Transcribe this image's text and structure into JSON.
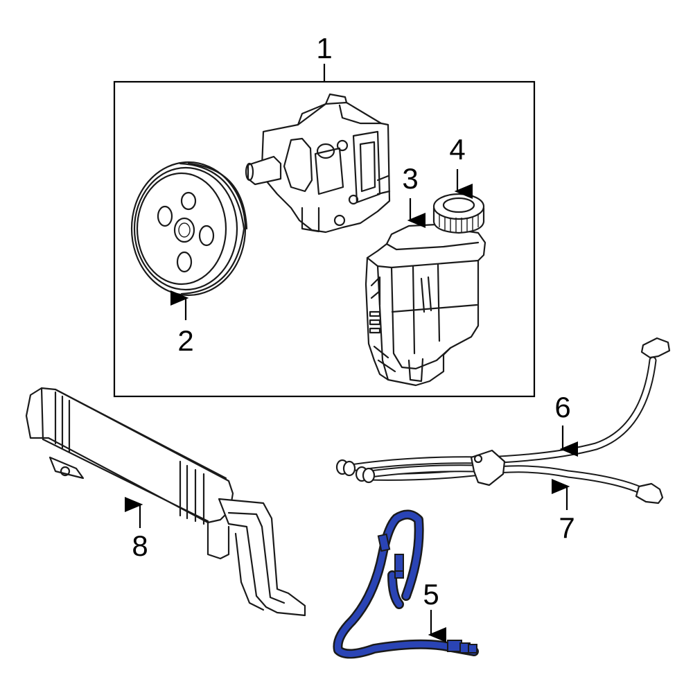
{
  "diagram": {
    "callouts": {
      "c1": "1",
      "c2": "2",
      "c3": "3",
      "c4": "4",
      "c5": "5",
      "c6": "6",
      "c7": "7",
      "c8": "8"
    },
    "colors": {
      "line": "#1a1a1a",
      "highlight_hose": "#2a44b5",
      "background": "#ffffff"
    }
  }
}
